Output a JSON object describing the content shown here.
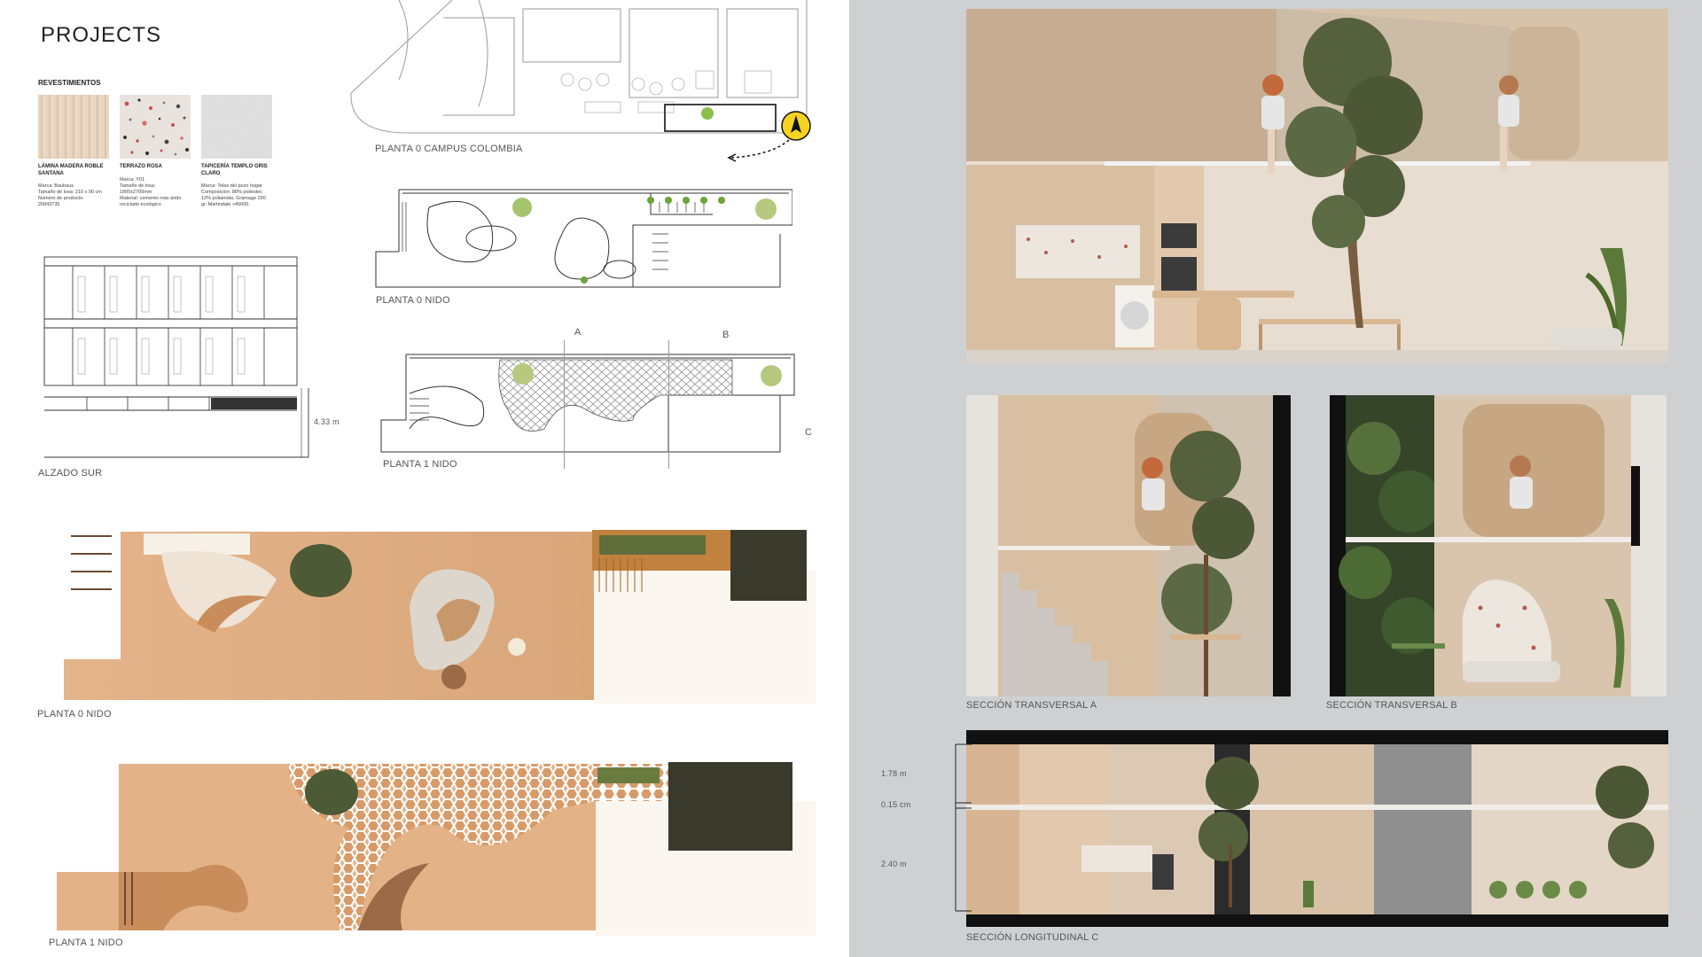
{
  "page": {
    "title": "PROJECTS"
  },
  "materials": {
    "heading": "REVESTIMIENTOS",
    "items": [
      {
        "name": "LÁMINA MADERA ROBLE SANTANA",
        "desc": "Marca: Bauhaus\nTamaño de losa: 210 x 90 cm\nNúmero de producto:\n20843735"
      },
      {
        "name": "TERRAZO ROSA",
        "desc": "Marca: Y01\nTamaño de losa:\n1800x2700mm\nMaterial: cemento más árido\nreciclado ecológico"
      },
      {
        "name": "TAPICERÍA TEMPLO GRIS CLARO",
        "desc": "Marca: Telas del pozo hogar\nComposición: 88% poliester,\n12% poliamida. Gramage 290\ngr. Martindale >45000."
      }
    ]
  },
  "drawings": {
    "planta0_campus": "PLANTA 0 CAMPUS COLOMBIA",
    "planta0_nido": "PLANTA 0 NIDO",
    "planta1_nido": "PLANTA 1 NIDO",
    "alzado_sur": "ALZADO SUR",
    "height_dim": "4.33 m",
    "section_mark_a": "A",
    "section_mark_b": "B",
    "section_mark_c": "C",
    "render_planta0": "PLANTA 0 NIDO",
    "render_planta1": "PLANTA 1 NIDO"
  },
  "sections": {
    "transversal_a": "SECCIÓN TRANSVERSAL A",
    "transversal_b": "SECCIÓN TRANSVERSAL B",
    "longitudinal_c": "SECCIÓN LONGITUDINAL C",
    "dims": [
      "1.78 m",
      "0.15 cm",
      "2.40 m"
    ]
  },
  "colors": {
    "wood": "#e2b48a",
    "wood_dark": "#c99468",
    "panel_bg": "#cfd0d2",
    "interior": "#d9c2a8",
    "foliage": "#4f5d3a"
  }
}
